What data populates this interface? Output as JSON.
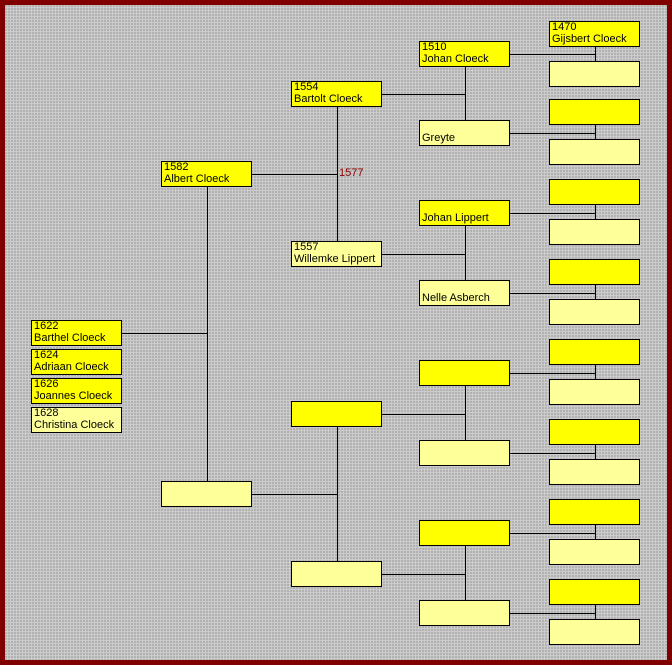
{
  "children": [
    {
      "year": "1622",
      "name": "Barthel Cloeck",
      "sex": "m"
    },
    {
      "year": "1624",
      "name": "Adriaan Cloeck",
      "sex": "m"
    },
    {
      "year": "1626",
      "name": "Joannes Cloeck",
      "sex": "m"
    },
    {
      "year": "1628",
      "name": "Christina Cloeck",
      "sex": "f"
    }
  ],
  "generations": [
    [
      {
        "year": "1582",
        "name": "Albert Cloeck",
        "sex": "m"
      },
      {
        "year": "",
        "name": "",
        "sex": "f"
      }
    ],
    [
      {
        "year": "1554",
        "name": "Bartolt Cloeck",
        "sex": "m"
      },
      {
        "year": "1557",
        "name": "Willemke Lippert",
        "sex": "f"
      },
      {
        "year": "",
        "name": "",
        "sex": "m"
      },
      {
        "year": "",
        "name": "",
        "sex": "f"
      }
    ],
    [
      {
        "year": "1510",
        "name": "Johan Cloeck",
        "sex": "m"
      },
      {
        "year": "",
        "name": "Greyte",
        "sex": "f"
      },
      {
        "year": "",
        "name": "Johan Lippert",
        "sex": "m"
      },
      {
        "year": "",
        "name": "Nelle Asberch",
        "sex": "f"
      },
      {
        "year": "",
        "name": "",
        "sex": "m"
      },
      {
        "year": "",
        "name": "",
        "sex": "f"
      },
      {
        "year": "",
        "name": "",
        "sex": "m"
      },
      {
        "year": "",
        "name": "",
        "sex": "f"
      }
    ],
    [
      {
        "year": "1470",
        "name": "Gijsbert Cloeck",
        "sex": "m"
      },
      {
        "year": "",
        "name": "",
        "sex": "f"
      },
      {
        "year": "",
        "name": "",
        "sex": "m"
      },
      {
        "year": "",
        "name": "",
        "sex": "f"
      },
      {
        "year": "",
        "name": "",
        "sex": "m"
      },
      {
        "year": "",
        "name": "",
        "sex": "f"
      },
      {
        "year": "",
        "name": "",
        "sex": "m"
      },
      {
        "year": "",
        "name": "",
        "sex": "f"
      },
      {
        "year": "",
        "name": "",
        "sex": "m"
      },
      {
        "year": "",
        "name": "",
        "sex": "f"
      },
      {
        "year": "",
        "name": "",
        "sex": "m"
      },
      {
        "year": "",
        "name": "",
        "sex": "f"
      },
      {
        "year": "",
        "name": "",
        "sex": "m"
      },
      {
        "year": "",
        "name": "",
        "sex": "f"
      },
      {
        "year": "",
        "name": "",
        "sex": "m"
      },
      {
        "year": "",
        "name": "",
        "sex": "f"
      }
    ]
  ],
  "marriage_label": "1577",
  "colors": {
    "male": "#ffff00",
    "female": "#ffff99",
    "frame": "#800000",
    "marriage": "#8b0000"
  }
}
